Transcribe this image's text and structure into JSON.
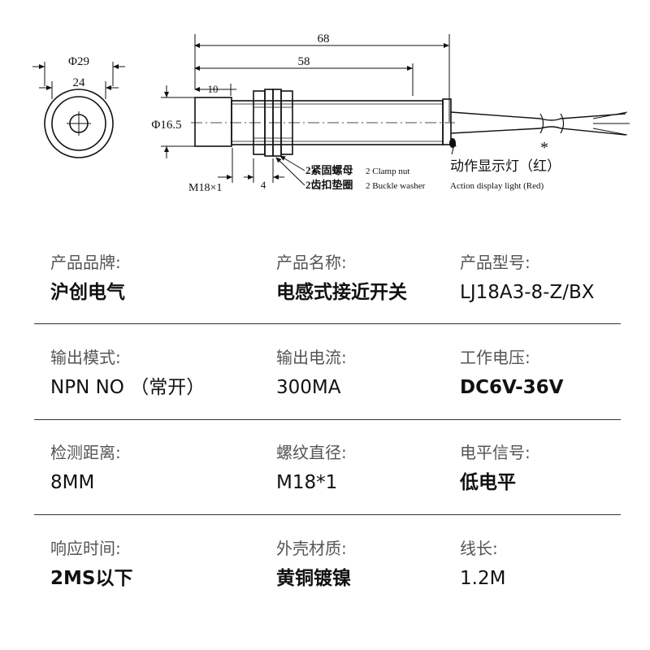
{
  "drawing": {
    "dims": {
      "phi29": "Φ29",
      "d24": "24",
      "d68": "68",
      "d58": "58",
      "d10": "10",
      "phi165": "Φ16.5",
      "m18": "M18×1",
      "d4": "4",
      "star": "*"
    },
    "callouts": {
      "clamp_nut_cn": "2紧固螺母",
      "clamp_nut_en": "2 Clamp nut",
      "washer_cn": "2齿扣垫圈",
      "washer_en": "2 Buckle washer",
      "light_cn": "动作显示灯（红）",
      "light_en": "Action display light (Red)"
    }
  },
  "specs": [
    [
      {
        "label": "产品品牌:",
        "value": "沪创电气"
      },
      {
        "label": "产品名称:",
        "value": "电感式接近开关"
      },
      {
        "label": "产品型号:",
        "value": "LJ18A3-8-Z/BX"
      }
    ],
    [
      {
        "label": "输出模式:",
        "value": "NPN NO （常开）"
      },
      {
        "label": "输出电流:",
        "value": "300MA"
      },
      {
        "label": "工作电压:",
        "value": "DC6V-36V"
      }
    ],
    [
      {
        "label": "检测距离:",
        "value": "8MM"
      },
      {
        "label": "螺纹直径:",
        "value": "M18*1"
      },
      {
        "label": "电平信号:",
        "value": "低电平"
      }
    ],
    [
      {
        "label": "响应时间:",
        "value": "2MS以下"
      },
      {
        "label": "外壳材质:",
        "value": "黄铜镀镍"
      },
      {
        "label": "线长:",
        "value": "1.2M"
      }
    ]
  ]
}
